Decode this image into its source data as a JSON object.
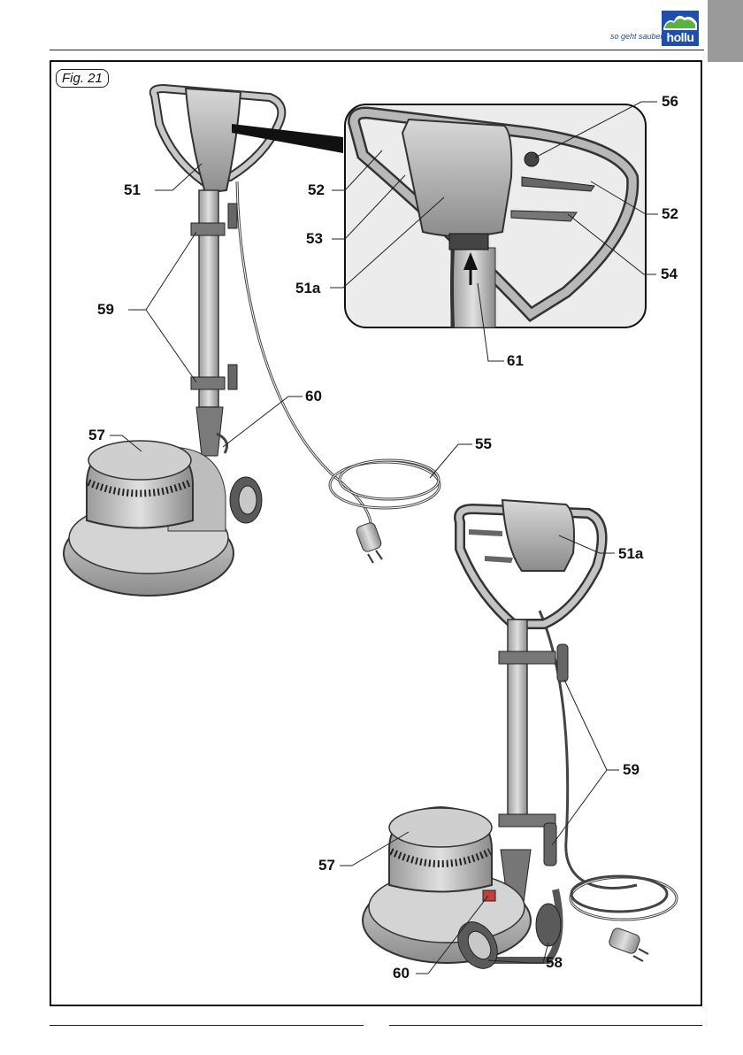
{
  "brand": {
    "slogan": "so geht sauber.",
    "logo_text": "hollu",
    "colors": {
      "blue": "#1f4fa8",
      "green": "#5bb23c",
      "tab_gray": "#9a9a9a"
    }
  },
  "figure": {
    "label": "Fig. 21",
    "callouts": {
      "c51": "51",
      "c52_left": "52",
      "c52_right": "52",
      "c53": "53",
      "c51a_top": "51a",
      "c56": "56",
      "c54": "54",
      "c61": "61",
      "c59_left": "59",
      "c60_left": "60",
      "c57_left": "57",
      "c55": "55",
      "c51a_right": "51a",
      "c59_right": "59",
      "c57_right": "57",
      "c60_right": "60",
      "c58": "58"
    }
  }
}
